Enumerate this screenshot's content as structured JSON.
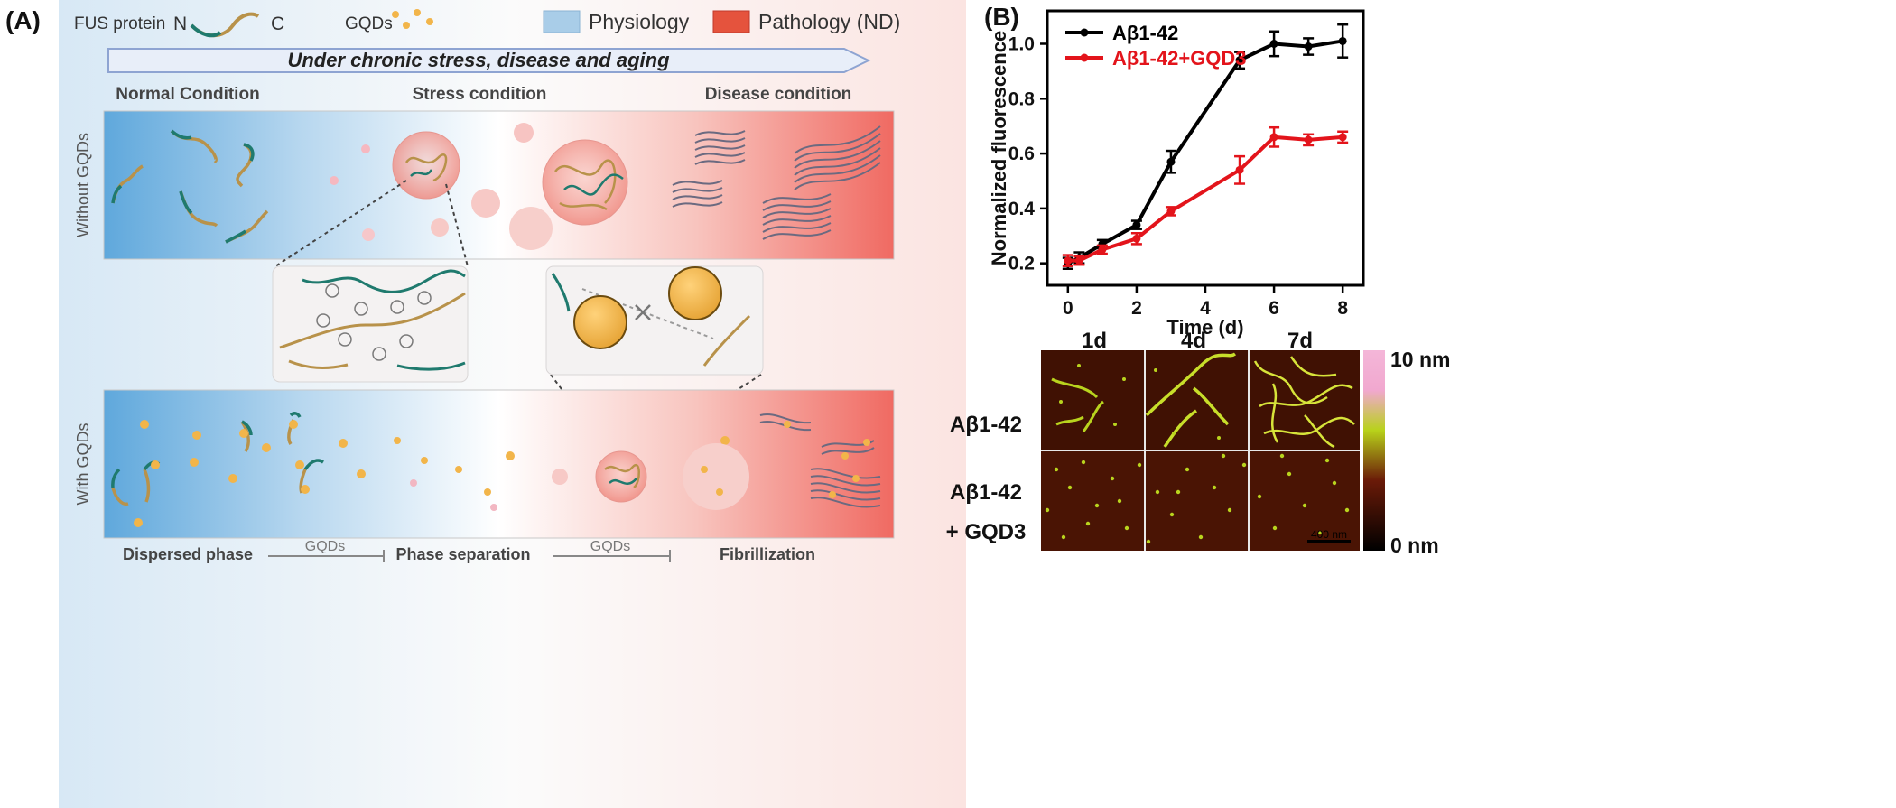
{
  "panel_a": {
    "label": "(A)",
    "legend": {
      "fus_label": "FUS protein",
      "n_label": "N",
      "c_label": "C",
      "gqd_label": "GQDs",
      "physiology": "Physiology",
      "pathology": "Pathology (ND)",
      "physiology_color": "#a9cde8",
      "pathology_color": "#e5533d"
    },
    "banner": "Under chronic stress, disease and aging",
    "conditions": [
      "Normal Condition",
      "Stress condition",
      "Disease condition"
    ],
    "rows": [
      "Without GQDs",
      "With GQDs"
    ],
    "phases": [
      "Dispersed phase",
      "Phase separation",
      "Fibrillization"
    ],
    "inhibitor_labels": [
      "GQDs",
      "GQDs"
    ],
    "colors": {
      "protein_n": "#1f7a6e",
      "protein_c": "#b8924a",
      "gqd": "#f2b54a"
    }
  },
  "panel_b": {
    "label": "(B)",
    "afm": {
      "columns": [
        "1d",
        "4d",
        "7d"
      ],
      "row1": "Aβ1-42",
      "row2_line1": "Aβ1-42",
      "row2_line2": "+ GQD3",
      "scale_top": "10 nm",
      "scale_bottom": "0 nm",
      "scalebar": "400 nm"
    }
  },
  "chart_data": {
    "type": "line",
    "xlabel": "Time (d)",
    "ylabel": "Normalized fluorescence",
    "xlim": [
      -0.6,
      8.6
    ],
    "ylim": [
      0.12,
      1.12
    ],
    "xticks": [
      0,
      2,
      4,
      6,
      8
    ],
    "yticks": [
      0.2,
      0.4,
      0.6,
      0.8,
      1.0
    ],
    "legend_position": "top-left",
    "grid": false,
    "series": [
      {
        "name": "Aβ1-42",
        "color": "#000000",
        "x": [
          0,
          0.33,
          1,
          2,
          3,
          5,
          6,
          7,
          8
        ],
        "y": [
          0.2,
          0.22,
          0.27,
          0.34,
          0.57,
          0.94,
          1.0,
          0.99,
          1.01
        ],
        "err": [
          0.02,
          0.02,
          0.015,
          0.015,
          0.04,
          0.03,
          0.045,
          0.03,
          0.06
        ]
      },
      {
        "name": "Aβ1-42+GQD3",
        "color": "#e3141b",
        "x": [
          0,
          0.33,
          1,
          2,
          3,
          5,
          6,
          7,
          8
        ],
        "y": [
          0.21,
          0.21,
          0.25,
          0.29,
          0.39,
          0.54,
          0.66,
          0.65,
          0.66
        ],
        "err": [
          0.02,
          0.015,
          0.015,
          0.02,
          0.015,
          0.05,
          0.035,
          0.02,
          0.02
        ]
      }
    ]
  }
}
